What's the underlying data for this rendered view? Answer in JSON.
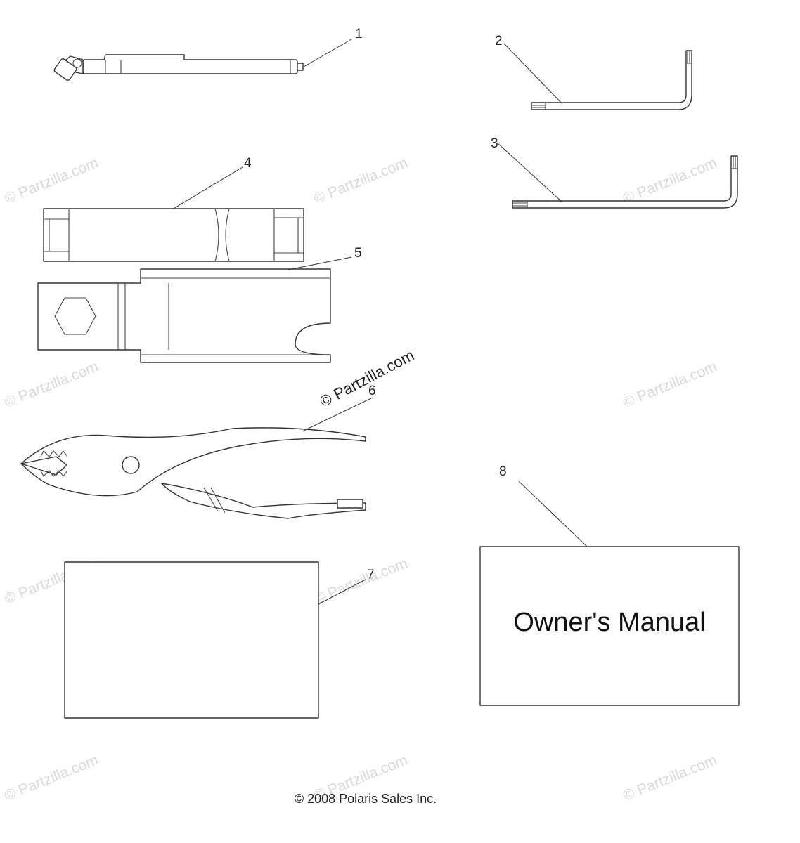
{
  "parts": [
    {
      "callout": "1",
      "icon": "tire-pressure-gauge-icon"
    },
    {
      "callout": "2",
      "icon": "hex-key-short-icon"
    },
    {
      "callout": "3",
      "icon": "hex-key-long-icon"
    },
    {
      "callout": "4",
      "icon": "socket-wrench-icon"
    },
    {
      "callout": "5",
      "icon": "spark-plug-wrench-icon"
    },
    {
      "callout": "6",
      "icon": "pliers-icon"
    },
    {
      "callout": "7",
      "icon": "blank-card-icon"
    },
    {
      "callout": "8",
      "icon": "owners-manual-icon"
    }
  ],
  "manual_label": "Owner's Manual",
  "watermark": "© Partzilla.com",
  "copyright": "© 2008 Polaris Sales Inc."
}
